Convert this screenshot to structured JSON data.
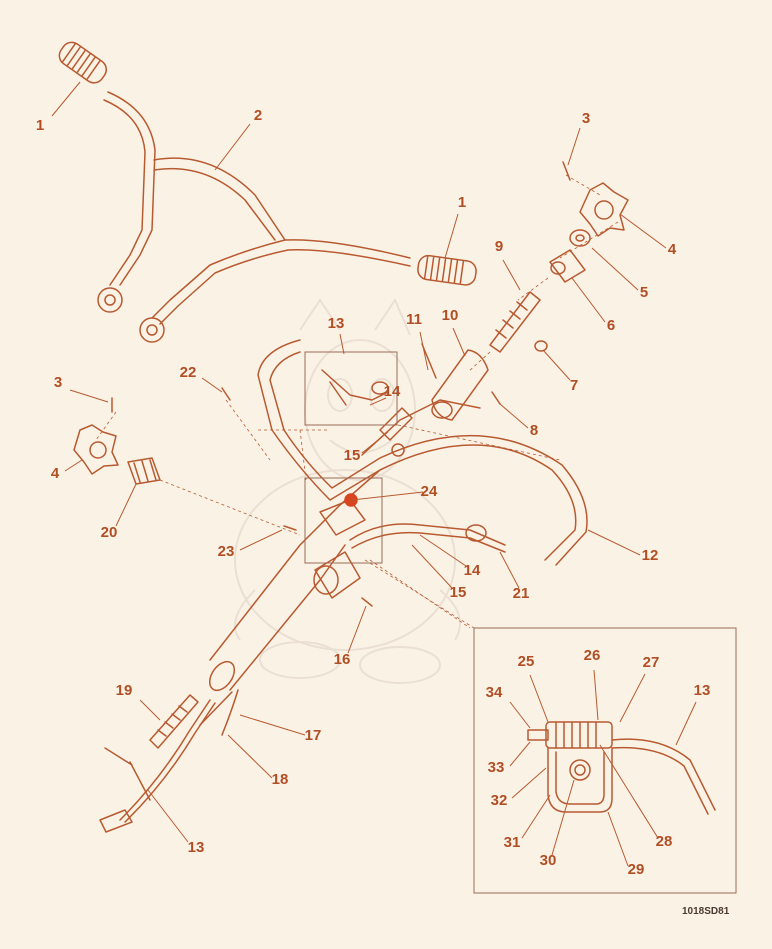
{
  "diagram": {
    "drawing_code": "1018SD81",
    "colors": {
      "background": "#fbf2e6",
      "line": "#b85a30",
      "text": "#b14e24",
      "accent": "#d8461f",
      "inset_border": "#9a6a55"
    },
    "callouts": [
      {
        "id": "c1a",
        "label": "1"
      },
      {
        "id": "c2",
        "label": "2"
      },
      {
        "id": "c1b",
        "label": "1"
      },
      {
        "id": "c3a",
        "label": "3"
      },
      {
        "id": "c4a",
        "label": "4"
      },
      {
        "id": "c5",
        "label": "5"
      },
      {
        "id": "c6",
        "label": "6"
      },
      {
        "id": "c7",
        "label": "7"
      },
      {
        "id": "c8",
        "label": "8"
      },
      {
        "id": "c9",
        "label": "9"
      },
      {
        "id": "c10",
        "label": "10"
      },
      {
        "id": "c11",
        "label": "11"
      },
      {
        "id": "c13a",
        "label": "13"
      },
      {
        "id": "c14a",
        "label": "14"
      },
      {
        "id": "c15a",
        "label": "15"
      },
      {
        "id": "c22",
        "label": "22"
      },
      {
        "id": "c3b",
        "label": "3"
      },
      {
        "id": "c4b",
        "label": "4"
      },
      {
        "id": "c20",
        "label": "20"
      },
      {
        "id": "c24",
        "label": "24"
      },
      {
        "id": "c23",
        "label": "23"
      },
      {
        "id": "c12",
        "label": "12"
      },
      {
        "id": "c14b",
        "label": "14"
      },
      {
        "id": "c15b",
        "label": "15"
      },
      {
        "id": "c21",
        "label": "21"
      },
      {
        "id": "c16",
        "label": "16"
      },
      {
        "id": "c19",
        "label": "19"
      },
      {
        "id": "c17",
        "label": "17"
      },
      {
        "id": "c18",
        "label": "18"
      },
      {
        "id": "c13b",
        "label": "13"
      },
      {
        "id": "c25",
        "label": "25"
      },
      {
        "id": "c26",
        "label": "26"
      },
      {
        "id": "c27",
        "label": "27"
      },
      {
        "id": "c13c",
        "label": "13"
      },
      {
        "id": "c34",
        "label": "34"
      },
      {
        "id": "c33",
        "label": "33"
      },
      {
        "id": "c32",
        "label": "32"
      },
      {
        "id": "c31",
        "label": "31"
      },
      {
        "id": "c30",
        "label": "30"
      },
      {
        "id": "c29",
        "label": "29"
      },
      {
        "id": "c28",
        "label": "28"
      }
    ]
  }
}
